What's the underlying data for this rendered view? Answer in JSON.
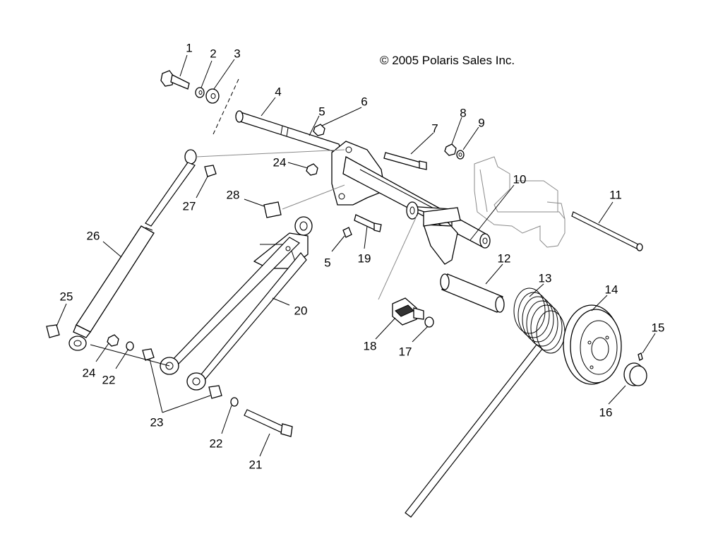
{
  "copyright": "© 2005 Polaris Sales Inc.",
  "callouts": [
    {
      "id": "c1",
      "text": "1"
    },
    {
      "id": "c2",
      "text": "2"
    },
    {
      "id": "c3",
      "text": "3"
    },
    {
      "id": "c4",
      "text": "4"
    },
    {
      "id": "c5a",
      "text": "5"
    },
    {
      "id": "c6",
      "text": "6"
    },
    {
      "id": "c7",
      "text": "7"
    },
    {
      "id": "c8",
      "text": "8"
    },
    {
      "id": "c9",
      "text": "9"
    },
    {
      "id": "c10",
      "text": "10"
    },
    {
      "id": "c11",
      "text": "11"
    },
    {
      "id": "c24a",
      "text": "24"
    },
    {
      "id": "c28",
      "text": "28"
    },
    {
      "id": "c27",
      "text": "27"
    },
    {
      "id": "c26",
      "text": "26"
    },
    {
      "id": "c5b",
      "text": "5"
    },
    {
      "id": "c19",
      "text": "19"
    },
    {
      "id": "c12",
      "text": "12"
    },
    {
      "id": "c13",
      "text": "13"
    },
    {
      "id": "c14",
      "text": "14"
    },
    {
      "id": "c15",
      "text": "15"
    },
    {
      "id": "c20",
      "text": "20"
    },
    {
      "id": "c25",
      "text": "25"
    },
    {
      "id": "c24b",
      "text": "24"
    },
    {
      "id": "c22a",
      "text": "22"
    },
    {
      "id": "c18",
      "text": "18"
    },
    {
      "id": "c17",
      "text": "17"
    },
    {
      "id": "c16",
      "text": "16"
    },
    {
      "id": "c23",
      "text": "23"
    },
    {
      "id": "c22b",
      "text": "22"
    },
    {
      "id": "c21",
      "text": "21"
    }
  ]
}
